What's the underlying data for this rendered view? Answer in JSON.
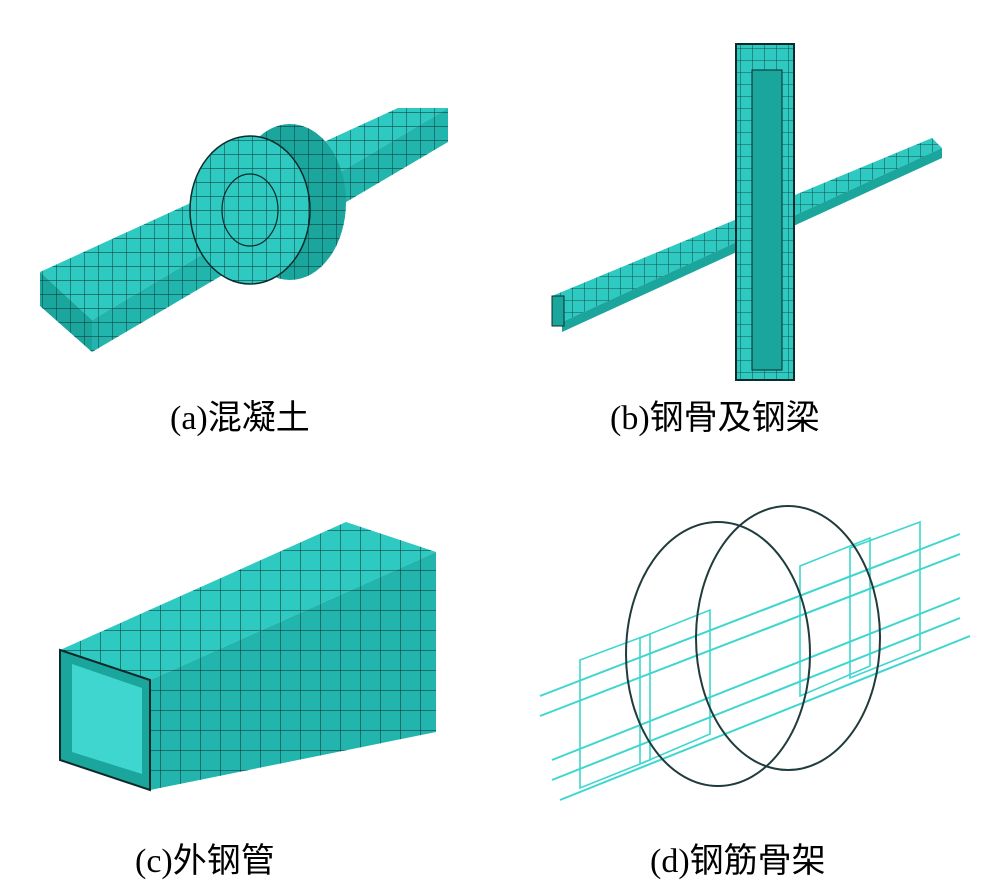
{
  "colors": {
    "mesh_fill": "#2ec9c0",
    "mesh_dark": "#1aa59d",
    "mesh_line": "#0d2a2a",
    "rebar": "#3fd6cf",
    "stirrup_ring": "#1f3b3b"
  },
  "panels": [
    {
      "id": "a",
      "caption": "(a)混凝土"
    },
    {
      "id": "b",
      "caption": "(b)钢骨及钢梁"
    },
    {
      "id": "c",
      "caption": "(c)外钢管"
    },
    {
      "id": "d",
      "caption": "(d)钢筋骨架"
    }
  ]
}
